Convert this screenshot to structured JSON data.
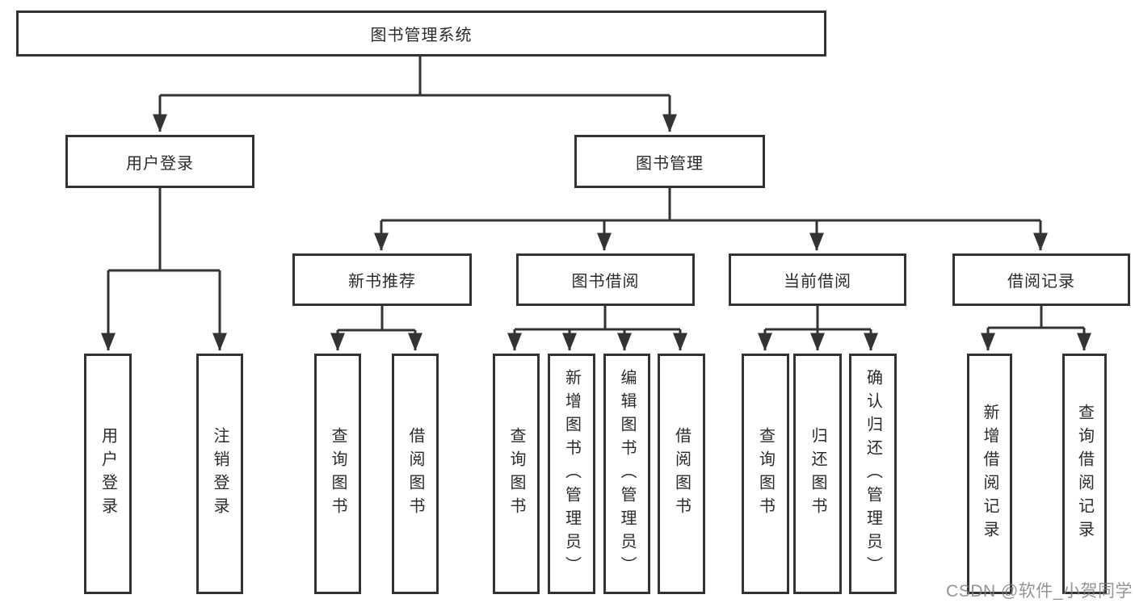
{
  "diagram": {
    "root": {
      "label": "图书管理系统"
    },
    "branches": [
      {
        "label": "用户登录",
        "children": [
          {
            "label": "用户登录"
          },
          {
            "label": "注销登录"
          }
        ]
      },
      {
        "label": "图书管理",
        "groups": [
          {
            "label": "新书推荐",
            "children": [
              {
                "label": "查询图书"
              },
              {
                "label": "借阅图书"
              }
            ]
          },
          {
            "label": "图书借阅",
            "children": [
              {
                "label": "查询图书"
              },
              {
                "label": "新增图书（管理员）"
              },
              {
                "label": "编辑图书（管理员）"
              },
              {
                "label": "借阅图书"
              }
            ]
          },
          {
            "label": "当前借阅",
            "children": [
              {
                "label": "查询图书"
              },
              {
                "label": "归还图书"
              },
              {
                "label": "确认归还（管理员）"
              }
            ]
          },
          {
            "label": "借阅记录",
            "children": [
              {
                "label": "新增借阅记录"
              },
              {
                "label": "查询借阅记录"
              }
            ]
          }
        ]
      }
    ]
  },
  "watermark": {
    "text": "CSDN @软件_小贺同学"
  },
  "colors": {
    "line": "#333333",
    "text": "#2b2b2b",
    "background": "#ffffff",
    "watermark": "#7d7d7d"
  }
}
